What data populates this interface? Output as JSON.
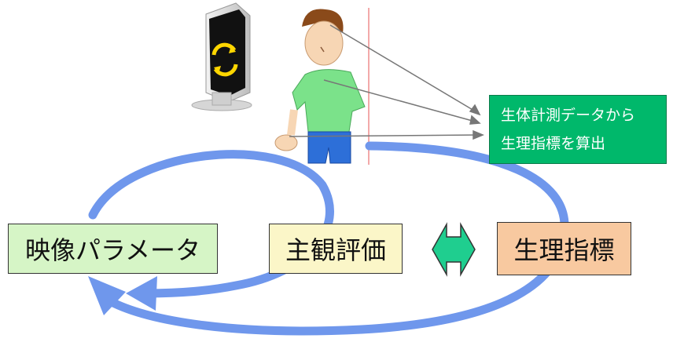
{
  "boxes": {
    "video_parameters": "映像パラメータ",
    "subjective_evaluation": "主観評価",
    "physiological_index": "生理指標",
    "biometric_line1": "生体計測データから",
    "biometric_line2": "生理指標を算出"
  },
  "colors": {
    "loop_arrow": "#6f97ec",
    "double_arrow": "#1fce8f",
    "video_box": "#d6f5c6",
    "subjective_box": "#fbf6c8",
    "physio_box": "#f8c9a0",
    "biometric_box": "#00b86b"
  },
  "icons": [
    "monitor-icon",
    "refresh-icon",
    "person-icon"
  ]
}
